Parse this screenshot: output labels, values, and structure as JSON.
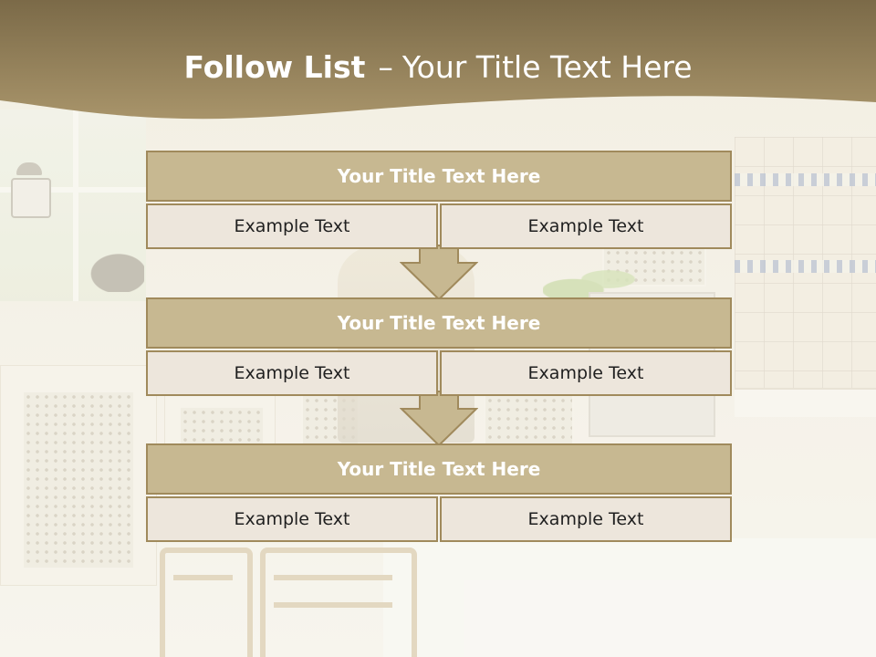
{
  "slide": {
    "title_strong": "Follow List",
    "title_sep": "–",
    "title_rest": "Your Title Text Here"
  },
  "steps": [
    {
      "title": "Your Title Text Here",
      "cells": [
        "Example Text",
        "Example Text"
      ]
    },
    {
      "title": "Your Title Text Here",
      "cells": [
        "Example Text",
        "Example Text"
      ]
    },
    {
      "title": "Your Title Text Here",
      "cells": [
        "Example Text",
        "Example Text"
      ]
    }
  ],
  "colors": {
    "header_brown": "#9c8a63",
    "header_brown_dark": "#6f5f3e",
    "title_bar_fill": "#c7b891",
    "border": "#a08a5c",
    "cell_fill": "#ede6dc",
    "arrow_fill": "#c7b891"
  },
  "icons": {
    "arrow": "arrow-down-icon"
  }
}
